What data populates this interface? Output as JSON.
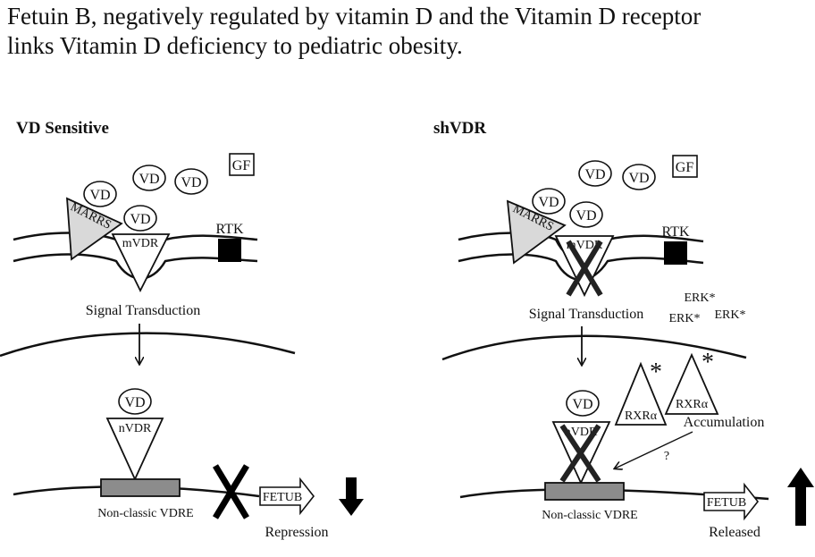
{
  "heading": {
    "line1": "Fetuin B, negatively regulated by vitamin D and the Vitamin D receptor",
    "line2": "links Vitamin D deficiency to pediatric obesity."
  },
  "left_panel": {
    "title": "VD Sensitive",
    "vd_label": "VD",
    "gf_label": "GF",
    "marrs_label": "MARRS",
    "mvdr_label": "mVDR",
    "rtk_label": "RTK",
    "signal_label": "Signal Transduction",
    "nvdr_label": "nVDR",
    "vdre_label": "Non-classic VDRE",
    "fetub_label": "FETUB",
    "outcome_label": "Repression"
  },
  "right_panel": {
    "title": "shVDR",
    "vd_label": "VD",
    "gf_label": "GF",
    "marrs_label": "MARRS",
    "mvdr_label": "mVDR",
    "rtk_label": "RTK",
    "signal_label": "Signal Transduction",
    "erk_label": "ERK*",
    "rxr_label": "RXRα",
    "star": "*",
    "accumulation_label": "Accumulation",
    "question_label": "?",
    "nvdr_label": "nVDR",
    "vdre_label": "Non-classic VDRE",
    "fetub_label": "FETUB",
    "outcome_label": "Released"
  },
  "colors": {
    "ink": "#111111",
    "marrs_fill": "#d9d9d9",
    "vdre_fill": "#8c8c8c",
    "rtk_fill": "#000000"
  }
}
